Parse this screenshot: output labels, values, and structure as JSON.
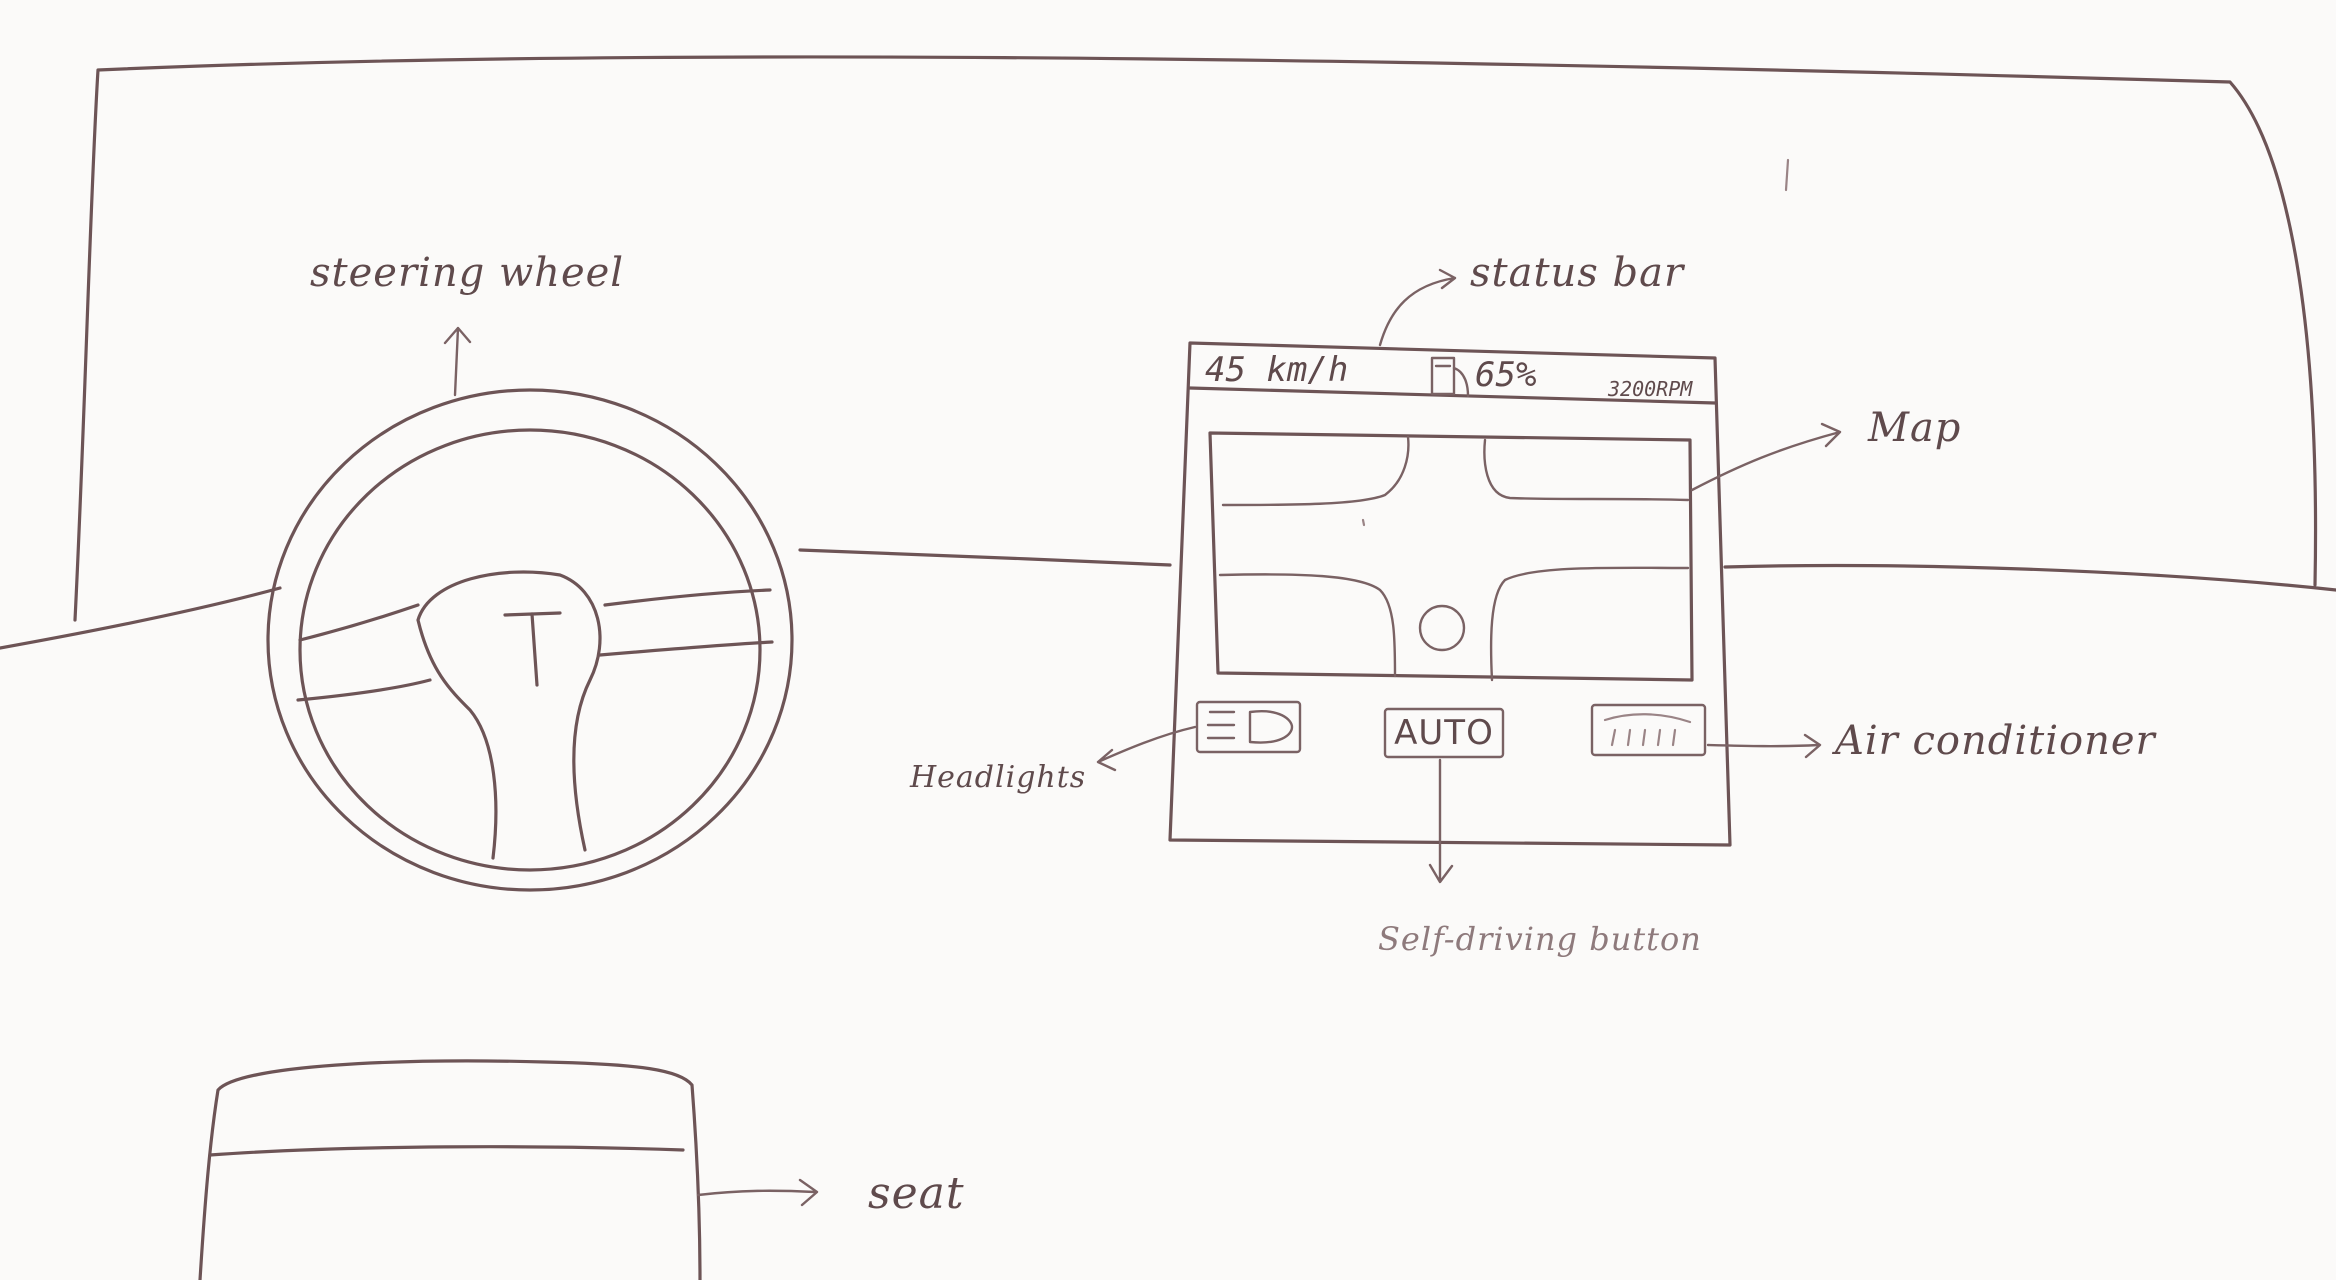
{
  "status_bar": {
    "speed": "45 km/h",
    "fuel_icon": "fuel-pump-icon",
    "fuel_level": "65%",
    "rpm": "3200RPM"
  },
  "controls": {
    "headlights_icon": "headlight-icon",
    "self_driving_label": "AUTO",
    "air_conditioner_icon": "air-conditioner-icon"
  },
  "annotations": {
    "steering_wheel": "steering wheel",
    "status_bar": "status bar",
    "map": "Map",
    "headlights": "Headlights",
    "self_driving_button": "Self-driving button",
    "air_conditioner": "Air conditioner",
    "seat": "seat"
  }
}
